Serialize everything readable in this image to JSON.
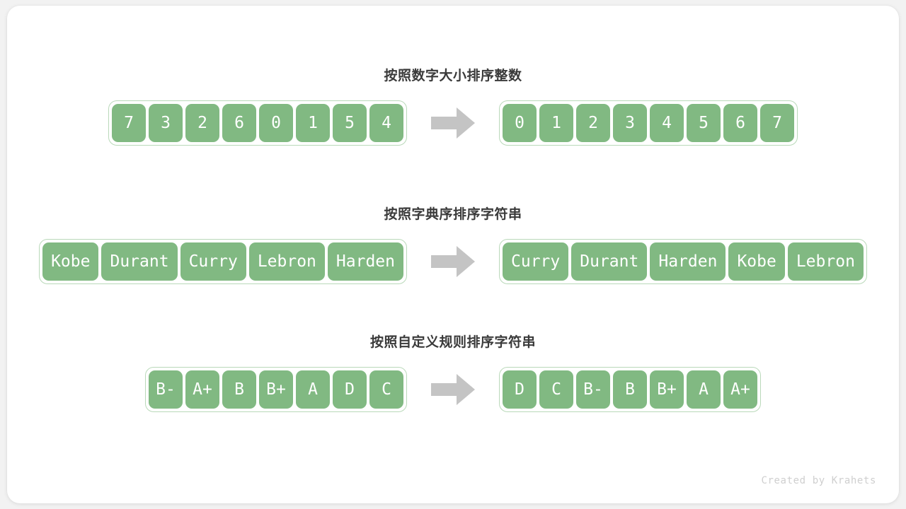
{
  "card": {
    "background": "#ffffff",
    "page_background": "#f2f2f2"
  },
  "colors": {
    "cell_fill": "#81b982",
    "cell_text": "#ffffff",
    "array_border": "#b9d9b9",
    "title_text": "#3a3a3a",
    "arrow_fill": "#c4c4c4",
    "credit_text": "#cfcfcf"
  },
  "sections": [
    {
      "title": "按照数字大小排序整数",
      "arrow_icon": "right-arrow-icon",
      "input": {
        "style": "fixed",
        "cells": [
          "7",
          "3",
          "2",
          "6",
          "0",
          "1",
          "5",
          "4"
        ]
      },
      "output": {
        "style": "fixed",
        "cells": [
          "0",
          "1",
          "2",
          "3",
          "4",
          "5",
          "6",
          "7"
        ]
      }
    },
    {
      "title": "按照字典序排序字符串",
      "arrow_icon": "right-arrow-icon",
      "input": {
        "style": "auto",
        "cells": [
          "Kobe",
          "Durant",
          "Curry",
          "Lebron",
          "Harden"
        ]
      },
      "output": {
        "style": "auto",
        "cells": [
          "Curry",
          "Durant",
          "Harden",
          "Kobe",
          "Lebron"
        ]
      }
    },
    {
      "title": "按照自定义规则排序字符串",
      "arrow_icon": "right-arrow-icon",
      "input": {
        "style": "fixed",
        "cells": [
          "B-",
          "A+",
          "B",
          "B+",
          "A",
          "D",
          "C"
        ]
      },
      "output": {
        "style": "fixed",
        "cells": [
          "D",
          "C",
          "B-",
          "B",
          "B+",
          "A",
          "A+"
        ]
      }
    }
  ],
  "credit": "Created by Krahets"
}
